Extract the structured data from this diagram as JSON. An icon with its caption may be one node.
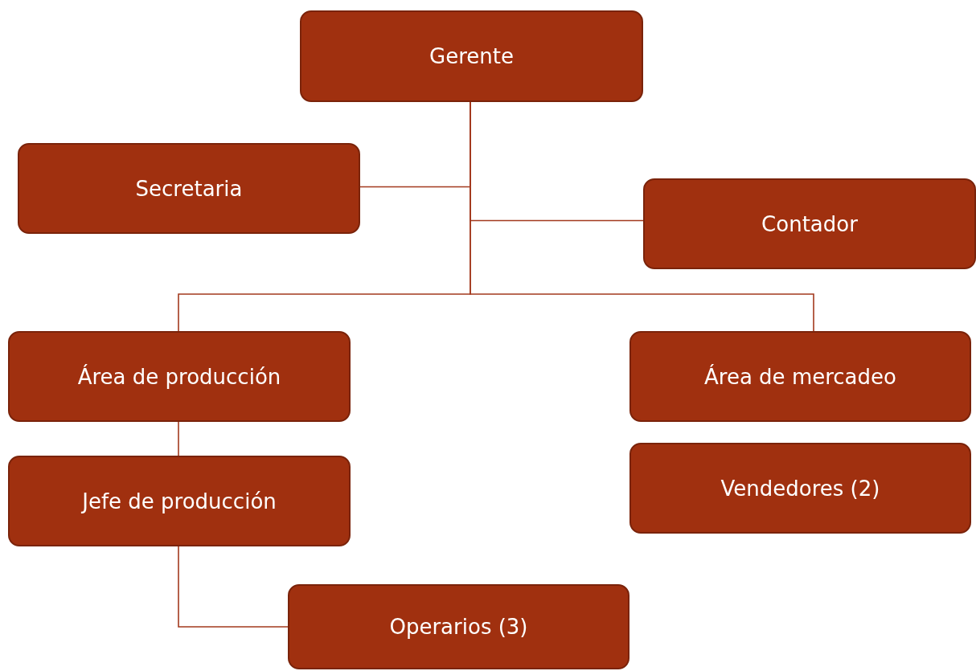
{
  "diagram": {
    "nodes": [
      {
        "text": [
          "Gerente"
        ]
      },
      {
        "text": [
          "Secretaria"
        ]
      },
      {
        "text": [
          "Contador"
        ]
      },
      {
        "text": [
          "Área de producción"
        ]
      },
      {
        "text": [
          "Área de mercadeo"
        ]
      },
      {
        "text": [
          "Jefe de producción"
        ]
      },
      {
        "text": [
          "Vendedores (2)"
        ]
      },
      {
        "text": [
          "Operarios (3)"
        ]
      }
    ],
    "edges": [
      {
        "from": 0,
        "to": 1,
        "arrow": "none"
      },
      {
        "from": 0,
        "to": 2,
        "arrow": "none"
      },
      {
        "from": 0,
        "to": 3,
        "arrow": "none"
      },
      {
        "from": 0,
        "to": 4,
        "arrow": "none"
      },
      {
        "from": 3,
        "to": 5,
        "arrow": "none"
      },
      {
        "from": 5,
        "to": 7,
        "arrow": "none"
      }
    ]
  }
}
